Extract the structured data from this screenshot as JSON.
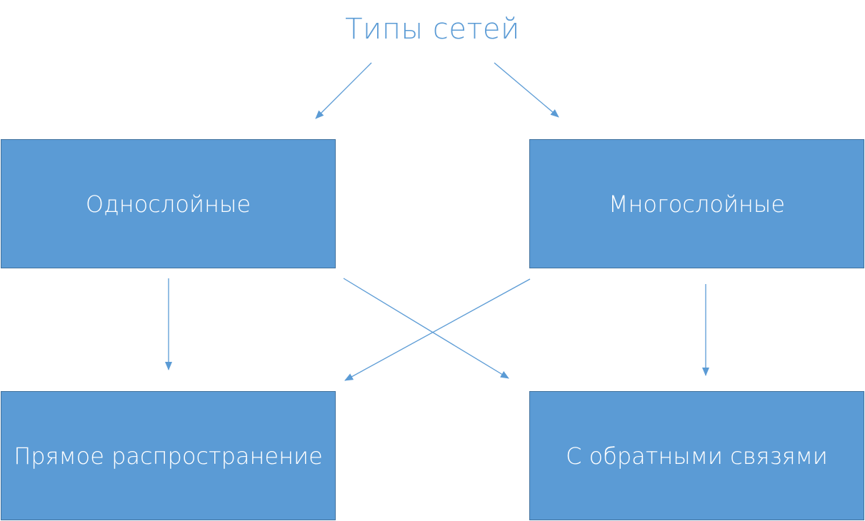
{
  "title": "Типы сетей",
  "nodes": {
    "single_layer": "Однослойные",
    "multi_layer": "Многослойные",
    "feedforward": "Прямое распространение",
    "feedback": "С обратными связями"
  },
  "colors": {
    "box_fill": "#5b9bd5",
    "box_border": "#41719c",
    "arrow": "#5b9bd5",
    "title": "#5b9bd5",
    "box_text": "#ffffff"
  }
}
